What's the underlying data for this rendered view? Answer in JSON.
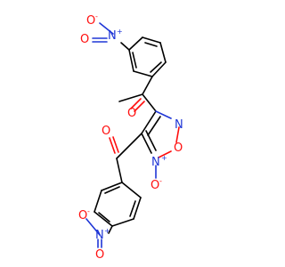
{
  "colors": {
    "bond": "#000000",
    "oxygen": "#ff0d0d",
    "nitrogen": "#1f36d6",
    "background": "#ffffff"
  },
  "atoms": {
    "nitro_top_o_minus": "O",
    "nitro_top_n": "N",
    "nitro_top_o": "O",
    "ketone_top_o": "O",
    "ring_n": "N",
    "ring_o": "O",
    "ring_n_oxide": "N",
    "n_oxide_o": "O",
    "ketone_bottom_o": "O",
    "nitro_bottom_o_minus": "O",
    "nitro_bottom_n": "N",
    "nitro_bottom_o": "O"
  },
  "charges": {
    "nitro_top_o_minus": "-",
    "nitro_top_n": "+",
    "ring_n_oxide": "+",
    "n_oxide_o": "-",
    "nitro_bottom_o_minus": "-",
    "nitro_bottom_n": "+"
  }
}
